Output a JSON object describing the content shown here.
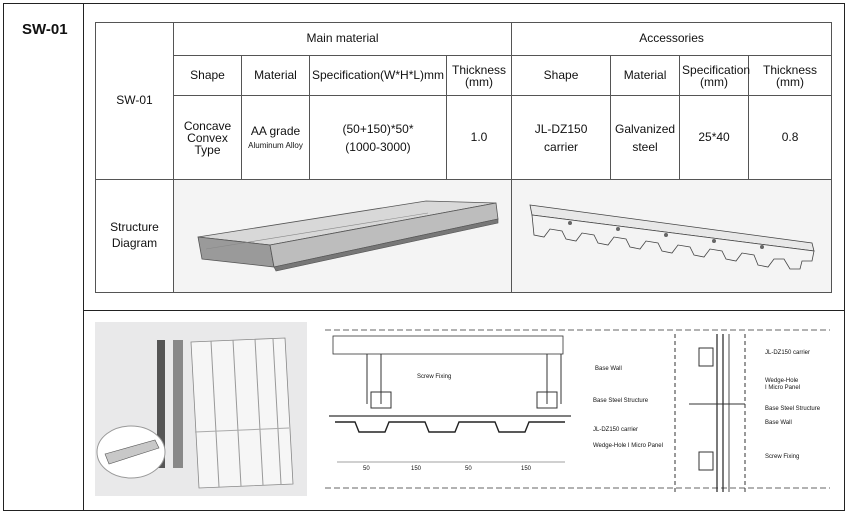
{
  "code": "SW-01",
  "table": {
    "main_material": "Main material",
    "accessories": "Accessories",
    "row_label": "SW-01",
    "headers": {
      "shape": "Shape",
      "material": "Material",
      "specification": "Specification(W*H*L)mm",
      "thickness": "Thickness\n(mm)",
      "acc_shape": "Shape",
      "acc_material": "Material",
      "acc_specification": "Specification\n(mm)",
      "acc_thickness": "Thickness\n(mm)"
    },
    "values": {
      "shape": "Concave\nConvex\nType",
      "material_main": "AA grade",
      "material_sub": "Aluminum Alloy",
      "specification": "(50+150)*50*\n(1000-3000)",
      "thickness": "1.0",
      "acc_shape": "JL-DZ150\ncarrier",
      "acc_material": "Galvanized\nsteel",
      "acc_specification": "25*40",
      "acc_thickness": "0.8"
    },
    "structure_label": "Structure\nDiagram"
  },
  "cad": {
    "labels": {
      "screw_fixing": "Screw Fixing",
      "base_wall": "Base Wall",
      "base_steel": "Base Steel Structure",
      "carrier": "JL-DZ150 carrier",
      "wedge_panel": "Wedge-Hole I Micro Panel",
      "r_carrier": "JL-DZ150 carrier",
      "r_wedge": "Wedge-Hole\nI Micro Panel",
      "r_base_steel": "Base Steel Structure",
      "r_base_wall": "Base Wall",
      "r_screw": "Screw Fixing"
    },
    "dims": [
      "50",
      "150",
      "50",
      "150"
    ]
  }
}
